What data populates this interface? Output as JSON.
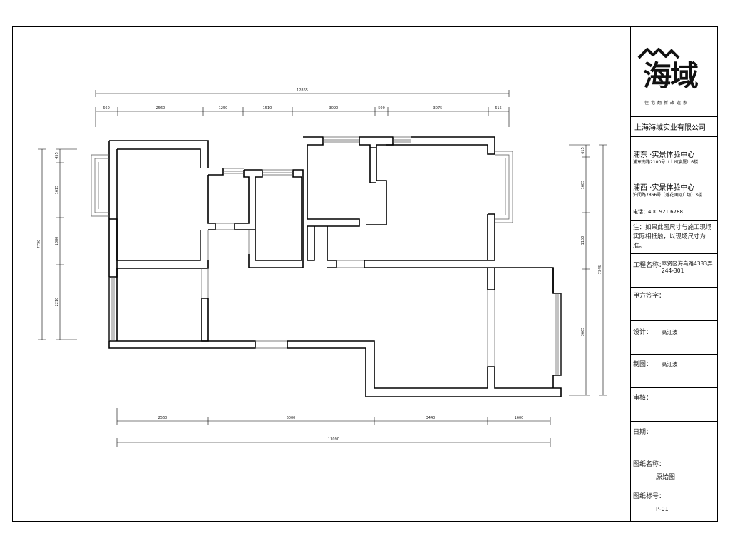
{
  "plan": {
    "dims_top_total": "12865",
    "dims_top": [
      "660",
      "2560",
      "1250",
      "1510",
      "3090",
      "500",
      "3075",
      "615"
    ],
    "dims_bottom": [
      "2560",
      "6000",
      "3440",
      "1600"
    ],
    "dims_bottom_total": "13090",
    "dims_left_total": "7790",
    "dims_left": [
      "455",
      "1615",
      "1380",
      "2210"
    ],
    "dims_right": [
      "615",
      "1685",
      "1150",
      "3665"
    ],
    "dims_right_total": "7345"
  },
  "title_block": {
    "logo": "海域",
    "slogan": "住宅翻新改造家",
    "company": "上海海域实业有限公司",
    "centers": [
      {
        "title": "浦东 ·实景体验中心",
        "address": "浦东南路2100号（上州宸厦）6楼"
      },
      {
        "title": "浦西 ·实景体验中心",
        "address": "沪闵路7866号（莲花国际广场）3楼"
      }
    ],
    "phone": "电话：400 921 6788",
    "note": "注：如果此图尺寸与施工现场实际相抵触，以现场尺寸为准。",
    "project_label": "工程名称：",
    "project_value": "奉贤区海乌路4333弄244-301",
    "client_sign_label": "甲方签字：",
    "design_label": "设计：",
    "design_value": "高江波",
    "drawing_label": "制图：",
    "drawing_value": "高江波",
    "review_label": "审核：",
    "date_label": "日期：",
    "sheet_name_label": "图纸名称：",
    "sheet_name_value": "原始图",
    "sheet_no_label": "图纸标号：",
    "sheet_no_value": "P-01"
  }
}
